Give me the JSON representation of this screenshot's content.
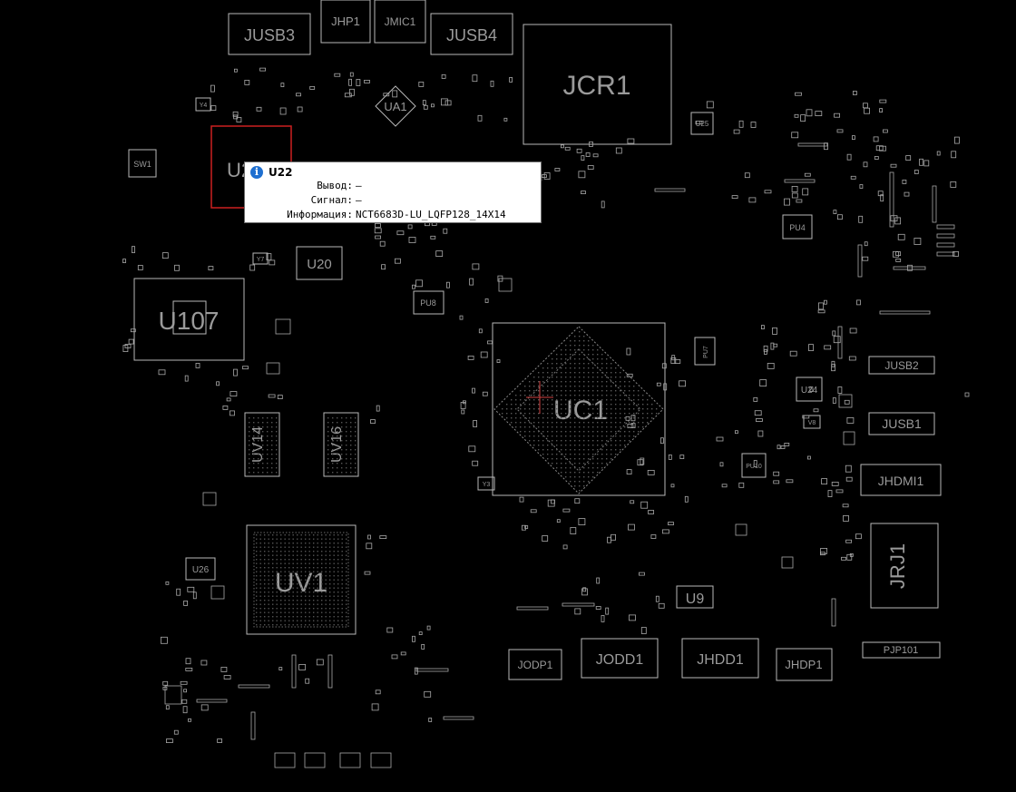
{
  "board": {
    "labels": {
      "jusb3": "JUSB3",
      "jhp1": "JHP1",
      "jmic1": "JMIC1",
      "jusb4": "JUSB4",
      "jcr1": "JCR1",
      "ua1": "UA1",
      "u22": "U22",
      "sw1": "SW1",
      "u20": "U20",
      "u107": "U107",
      "pu8": "PU8",
      "pu4": "PU4",
      "u25": "U25",
      "uc1": "UC1",
      "pu7": "PU7",
      "u24": "U24",
      "jusb2": "JUSB2",
      "jusb1": "JUSB1",
      "uv14": "UV14",
      "uv16": "UV16",
      "jhdmi1": "JHDMI1",
      "u26": "U26",
      "uv1": "UV1",
      "u9": "U9",
      "jrj1": "JRJ1",
      "jodp1": "JODP1",
      "jodd1": "JODD1",
      "jhdd1": "JHDD1",
      "jhdp1": "JHDP1",
      "pjp101": "PJP101",
      "y4": "Y4",
      "y7": "Y7",
      "pu10": "PU10",
      "y3": "Y3",
      "v8": "V8"
    }
  },
  "tooltip": {
    "title": "U22",
    "icon": "info-icon",
    "rows": [
      {
        "key": "Вывод:",
        "value": "—"
      },
      {
        "key": "Сигнал:",
        "value": "—"
      },
      {
        "key": "Информация:",
        "value": "NCT6683D-LU_LQFP128_14X14"
      }
    ]
  },
  "colors": {
    "background": "#000000",
    "outline": "#b8b8b8",
    "highlight": "#cc2020",
    "marker": "#d04040",
    "info": "#1e6fd0"
  }
}
